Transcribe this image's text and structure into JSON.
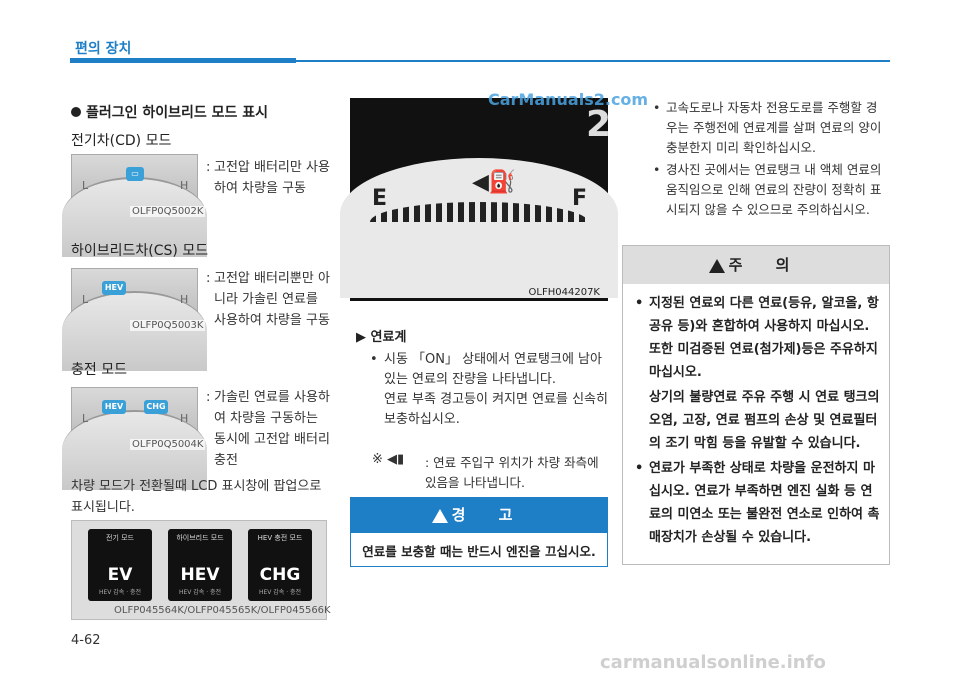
{
  "header": {
    "section_title": "편의 장치"
  },
  "left": {
    "main_heading": "플러그인 하이브리드 모드 표시",
    "ev_heading": "전기차(CD) 모드",
    "ev_caption": "OLFP0Q5002K",
    "ev_desc": "고전압 배터리만 사용하여 차량을 구동",
    "hybrid_heading": "하이브리드차(CS) 모드",
    "hybrid_caption": "OLFP0Q5003K",
    "hybrid_desc": "고전압 배터리뿐만 아니라 가솔린 연료를 사용하여 차량을 구동",
    "hybrid_indicator": "HEV",
    "charge_heading": "충전 모드",
    "charge_caption": "OLFP0Q5004K",
    "charge_desc": "가솔린 연료를 사용하여 차량을 구동하는 동시에 고전압 배터리 충전",
    "charge_ind1": "HEV",
    "charge_ind2": "CHG",
    "gauge_L": "L",
    "gauge_H": "H",
    "popup_text": "차량 모드가 전환될때 LCD 표시창에 팝업으로 표시됩니다.",
    "lcd_caption": "OLFP045564K/OLFP045565K/OLFP045566K",
    "lcd": [
      {
        "title": "전기 모드",
        "big": "EV",
        "small": "HEV 감속 · 충전"
      },
      {
        "title": "하이브리드 모드",
        "big": "HEV",
        "small": "HEV 감속 · 충전"
      },
      {
        "title": "HEV 충전 모드",
        "big": "CHG",
        "small": "HEV 감속 · 충전"
      }
    ]
  },
  "middle": {
    "watermark": "CarManuals2.com",
    "gauge_number": "2",
    "gauge_E": "E",
    "gauge_F": "F",
    "gauge_caption": "OLFH044207K",
    "fuel_heading": "연료계",
    "fuel_bullet": "시동 「ON」 상태에서 연료탱크에 남아 있는 연료의 잔량을 나타냅니다.",
    "fuel_bullet2": "연료 부족 경고등이 켜지면 연료를 신속히 보충하십시오.",
    "note_mark": "※",
    "note_text": ": 연료 주입구 위치가 차량 좌측에 있음을 나타냅니다.",
    "warning_title": "경 고",
    "warning_text": "연료를 보충할 때는 반드시 엔진을 끄십시오."
  },
  "right": {
    "bullet1": "고속도로나 자동차 전용도로를 주행할 경우는 주행전에 연료계를 살펴 연료의 양이 충분한지 미리 확인하십시오.",
    "bullet2": "경사진 곳에서는 연료탱크 내 액체 연료의 움직임으로 인해 연료의 잔량이 정확히 표시되지 않을 수 있으므로 주의하십시오.",
    "caution_title": "주 의",
    "caution1": "지정된 연료외 다른 연료(등유, 알코올, 항공유 등)와 혼합하여 사용하지 마십시오. 또한 미검증된 연료(첨가제)등은 주유하지 마십시오.",
    "caution1b": "상기의 불량연료 주유 주행 시 연료 탱크의 오염, 고장, 연료 펌프의 손상 및 연료필터의 조기 막힘 등을 유발할 수 있습니다.",
    "caution2": "연료가 부족한 상태로 차량을 운전하지 마십시오. 연료가 부족하면 엔진 실화 등 연료의 미연소 또는 불완전 연소로 인하여 촉매장치가 손상될 수 있습니다."
  },
  "footer": {
    "page_number": "4-62",
    "watermark": "carmanualsonline.info"
  },
  "colors": {
    "accent": "#1e7fc6",
    "indicator": "#3aa0d8"
  }
}
